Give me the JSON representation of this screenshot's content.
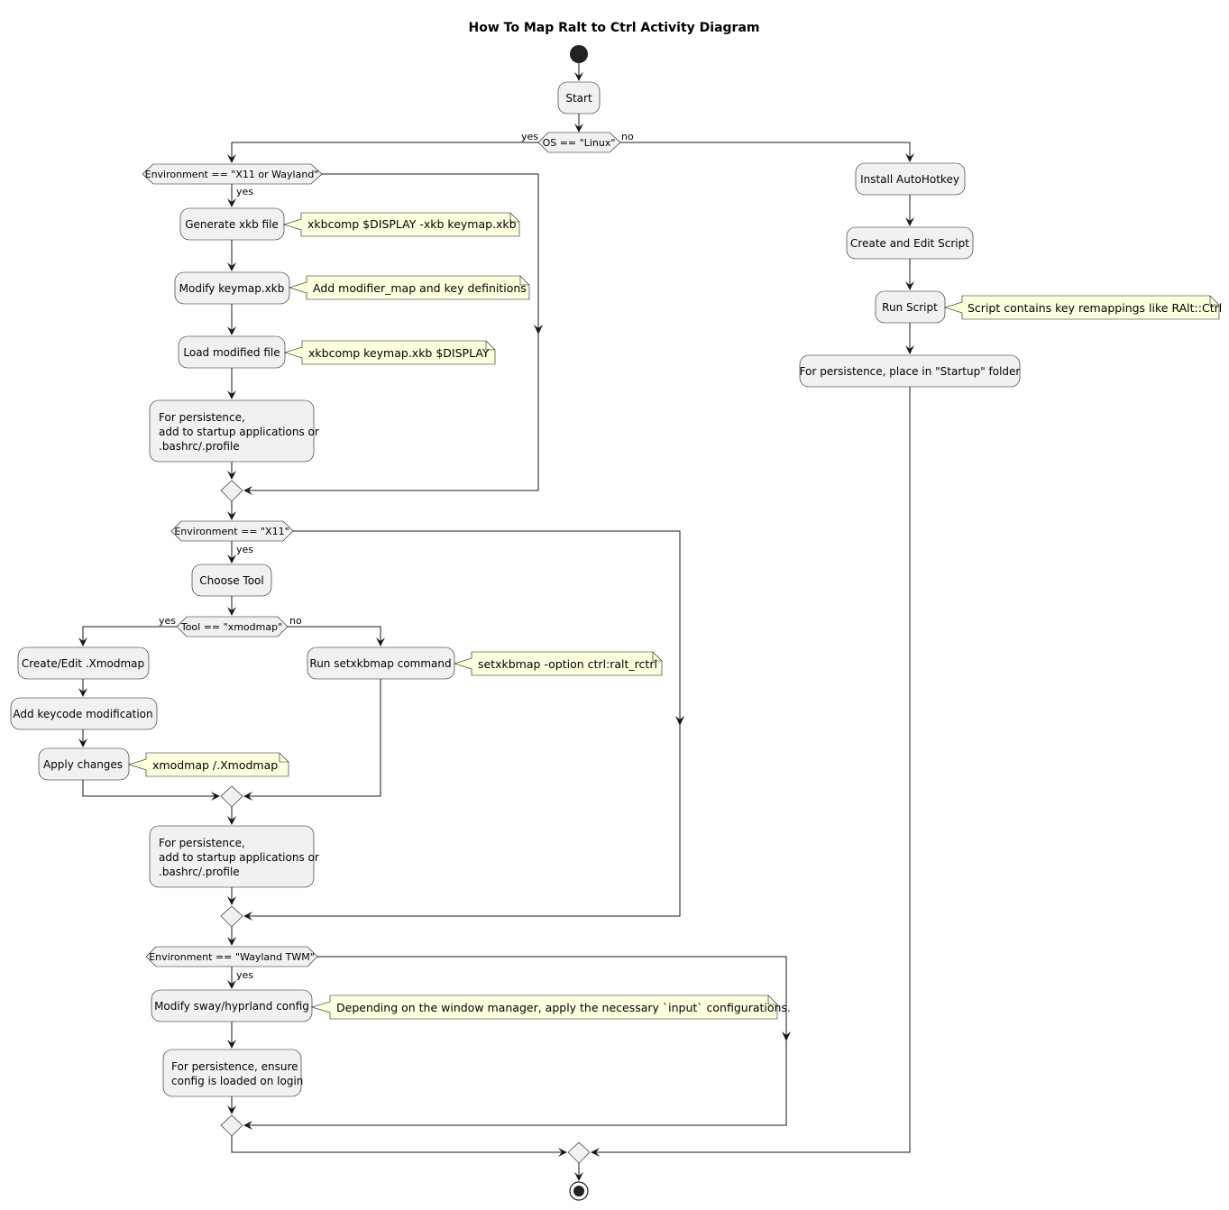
{
  "diagram": {
    "title": "How To Map Ralt to Ctrl Activity Diagram",
    "start_label": "Start",
    "os_decision": {
      "label": "OS == \"Linux\"",
      "yes": "yes",
      "no": "no"
    },
    "linux": {
      "env_x11_or_wayland": {
        "label": "Environment == \"X11 or Wayland\"",
        "yes": "yes"
      },
      "generate_xkb": "Generate xkb file",
      "generate_xkb_note": "xkbcomp $DISPLAY -xkb keymap.xkb",
      "modify_keymap": "Modify keymap.xkb",
      "modify_keymap_note": "Add modifier_map and key definitions",
      "load_modified": "Load modified file",
      "load_modified_note": "xkbcomp keymap.xkb $DISPLAY",
      "persistence_1": [
        "For persistence,",
        "add to startup applications or",
        ".bashrc/.profile"
      ],
      "env_x11": {
        "label": "Environment == \"X11\"",
        "yes": "yes"
      },
      "choose_tool": "Choose Tool",
      "tool_decision": {
        "label": "Tool == \"xmodmap\"",
        "yes": "yes",
        "no": "no"
      },
      "create_xmodmap": "Create/Edit .Xmodmap",
      "add_keycode": "Add keycode modification",
      "apply_changes": "Apply changes",
      "apply_changes_note": "xmodmap /.Xmodmap",
      "run_setxkbmap": "Run setxkbmap command",
      "run_setxkbmap_note": "setxkbmap -option ctrl:ralt_rctrl",
      "persistence_2": [
        "For persistence,",
        "add to startup applications or",
        ".bashrc/.profile"
      ],
      "env_wayland_twm": {
        "label": "Environment == \"Wayland TWM\"",
        "yes": "yes"
      },
      "modify_sway": "Modify sway/hyprland config",
      "modify_sway_note": "Depending on the window manager, apply the necessary `input` configurations.",
      "persistence_3": [
        "For persistence, ensure",
        "config is loaded on login"
      ]
    },
    "windows": {
      "install_ahk": "Install AutoHotkey",
      "create_edit_script": "Create and Edit Script",
      "run_script": "Run Script",
      "run_script_note": "Script contains key remappings like RAlt::Ctrl",
      "persistence": "For persistence, place in \"Startup\" folder"
    }
  }
}
